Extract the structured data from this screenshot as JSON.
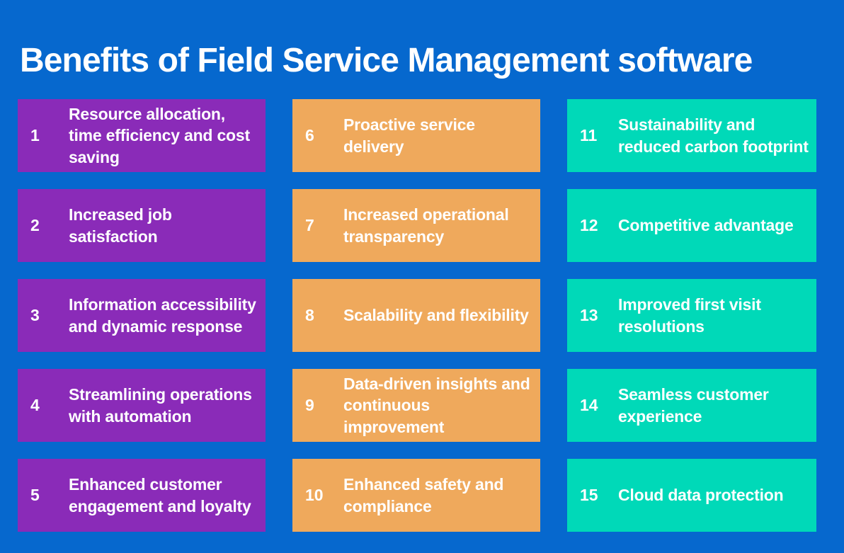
{
  "header": {
    "title": "Benefits of Field Service Management software"
  },
  "colors": {
    "background": "#0668ce",
    "purple": "#8a2bb8",
    "orange": "#efa95c",
    "teal": "#00d9b8",
    "text": "#ffffff"
  },
  "columns": [
    {
      "accent": "purple",
      "items": [
        {
          "number": "1",
          "label": "Resource allocation, time efficiency and cost saving"
        },
        {
          "number": "2",
          "label": "Increased job satisfaction"
        },
        {
          "number": "3",
          "label": "Information accessibility and dynamic response"
        },
        {
          "number": "4",
          "label": "Streamlining operations with automation"
        },
        {
          "number": "5",
          "label": "Enhanced customer engagement and loyalty"
        }
      ]
    },
    {
      "accent": "orange",
      "items": [
        {
          "number": "6",
          "label": "Proactive service delivery"
        },
        {
          "number": "7",
          "label": "Increased operational transparency"
        },
        {
          "number": "8",
          "label": "Scalability and flexibility"
        },
        {
          "number": "9",
          "label": "Data-driven insights and continuous improvement"
        },
        {
          "number": "10",
          "label": "Enhanced safety and compliance"
        }
      ]
    },
    {
      "accent": "teal",
      "items": [
        {
          "number": "11",
          "label": "Sustainability and reduced carbon footprint"
        },
        {
          "number": "12",
          "label": "Competitive advantage"
        },
        {
          "number": "13",
          "label": "Improved first visit resolutions"
        },
        {
          "number": "14",
          "label": "Seamless customer experience"
        },
        {
          "number": "15",
          "label": "Cloud data protection"
        }
      ]
    }
  ]
}
